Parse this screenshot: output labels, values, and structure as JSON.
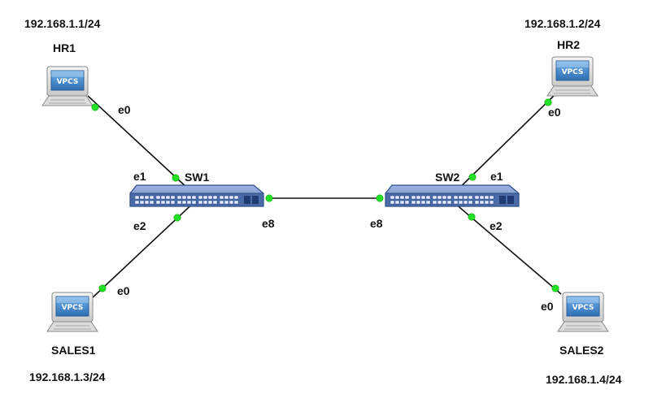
{
  "colors": {
    "link": "#111111",
    "port_dot": "#22e022",
    "switch_body": "#4a6aa8",
    "vpcs_screen": "#4f8fd0"
  },
  "hosts": [
    {
      "id": "hr1",
      "name": "HR1",
      "ip": "192.168.1.1/24",
      "screen_text": "VPCS",
      "port": "e0"
    },
    {
      "id": "hr2",
      "name": "HR2",
      "ip": "192.168.1.2/24",
      "screen_text": "VPCS",
      "port": "e0"
    },
    {
      "id": "sales1",
      "name": "SALES1",
      "ip": "192.168.1.3/24",
      "screen_text": "VPCS",
      "port": "e0"
    },
    {
      "id": "sales2",
      "name": "SALES2",
      "ip": "192.168.1.4/24",
      "screen_text": "VPCS",
      "port": "e0"
    }
  ],
  "switches": [
    {
      "id": "sw1",
      "name": "SW1",
      "ports": {
        "to_host_a": "e1",
        "to_host_b": "e2",
        "uplink": "e8"
      }
    },
    {
      "id": "sw2",
      "name": "SW2",
      "ports": {
        "to_host_a": "e1",
        "to_host_b": "e2",
        "uplink": "e8"
      }
    }
  ],
  "links": [
    {
      "from": "hr1",
      "from_port": "e0",
      "to": "sw1",
      "to_port": "e1"
    },
    {
      "from": "sales1",
      "from_port": "e0",
      "to": "sw1",
      "to_port": "e2"
    },
    {
      "from": "sw1",
      "from_port": "e8",
      "to": "sw2",
      "to_port": "e8"
    },
    {
      "from": "hr2",
      "from_port": "e0",
      "to": "sw2",
      "to_port": "e1"
    },
    {
      "from": "sales2",
      "from_port": "e0",
      "to": "sw2",
      "to_port": "e2"
    }
  ]
}
